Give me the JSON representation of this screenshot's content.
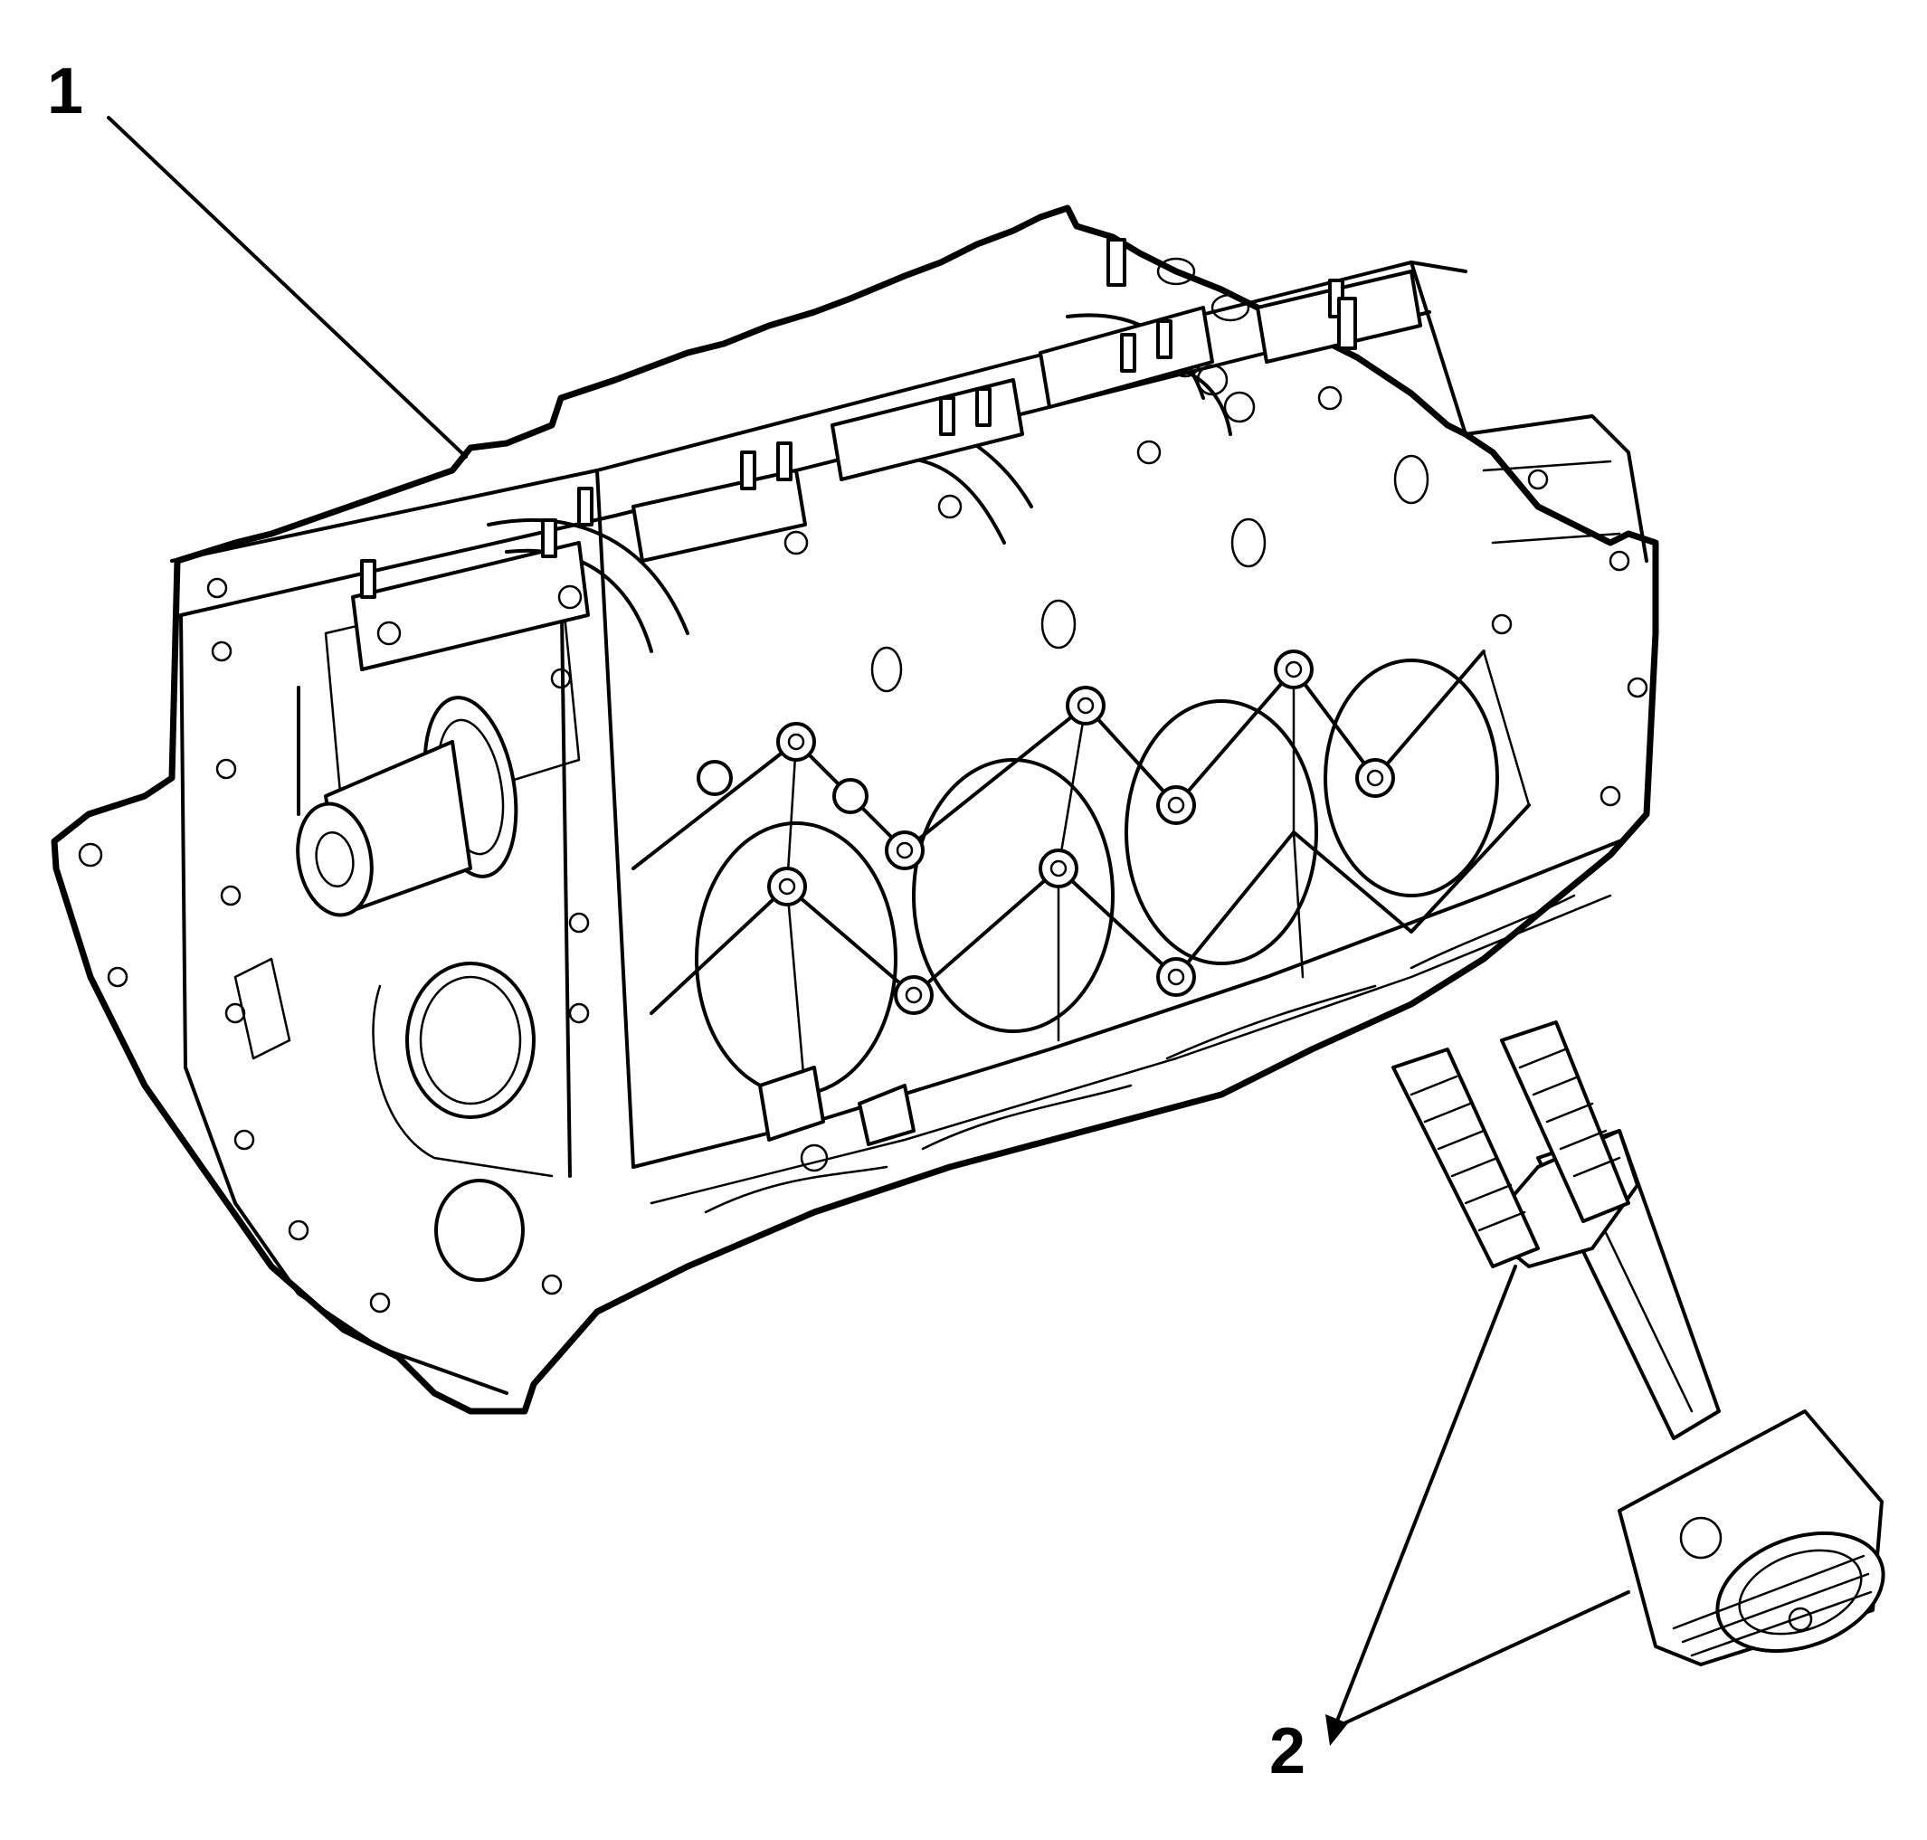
{
  "callouts": [
    {
      "id": "callout-1",
      "label": "1"
    },
    {
      "id": "callout-2",
      "label": "2"
    }
  ],
  "colors": {
    "ink": "#000000",
    "background": "#ffffff"
  }
}
